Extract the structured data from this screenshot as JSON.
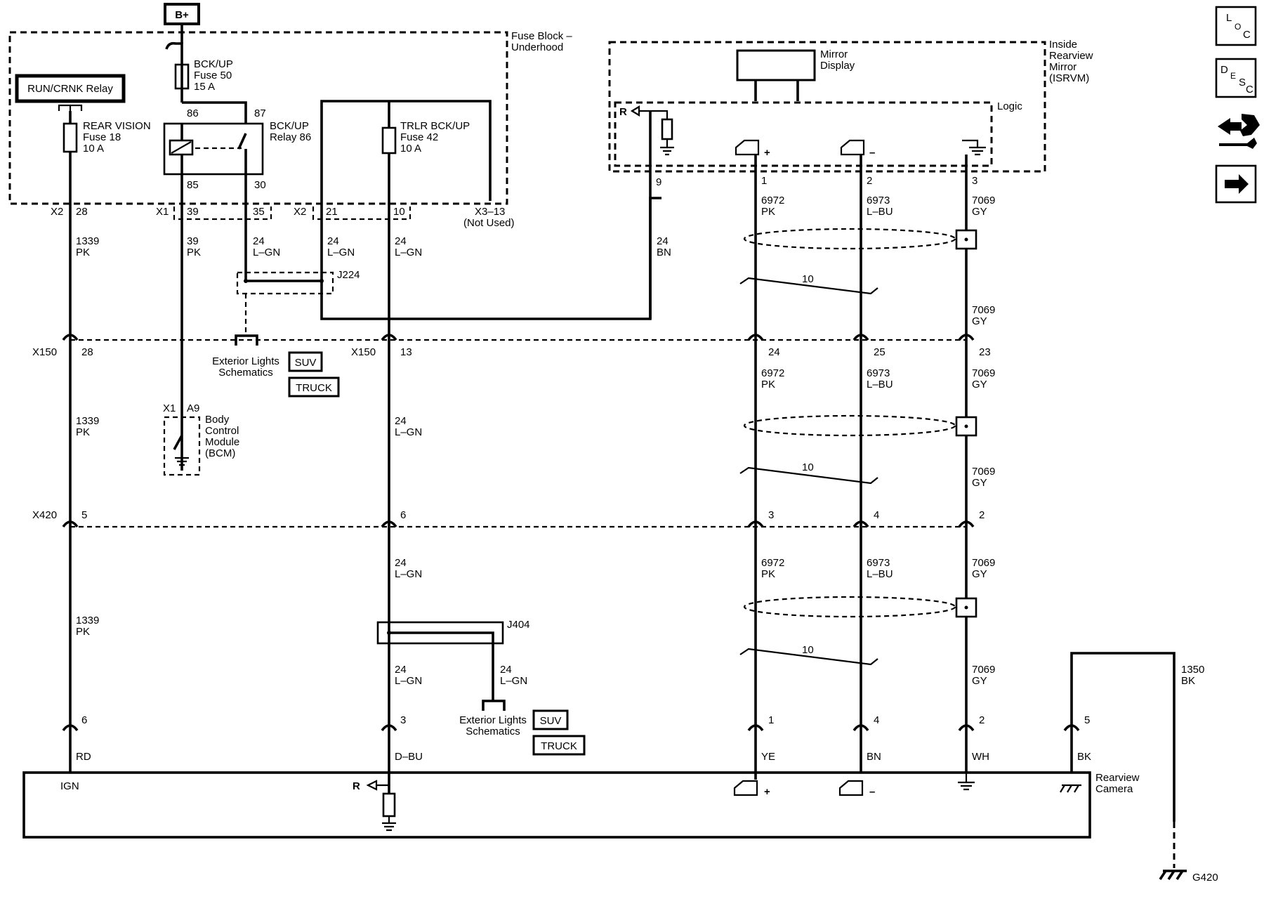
{
  "top": {
    "bplus": "B+"
  },
  "fuse_block": {
    "label1": "Fuse Block –",
    "label2": "Underhood",
    "run_relay": "RUN/CRNK Relay",
    "fuse18": [
      "REAR VISION",
      "Fuse 18",
      "10 A"
    ],
    "fuse50": [
      "BCK/UP",
      "Fuse 50",
      "15 A"
    ],
    "relay86": [
      "BCK/UP",
      "Relay 86"
    ],
    "fuse42": [
      "TRLR BCK/UP",
      "Fuse 42",
      "10 A"
    ],
    "relay_pins": {
      "p86": "86",
      "p87": "87",
      "p85": "85",
      "p30": "30"
    },
    "connectors": {
      "x2a": "X2",
      "x2a_pin": "28",
      "x1": "X1",
      "x1_p1": "39",
      "x1_p2": "35",
      "x2b": "X2",
      "x2b_p1": "21",
      "x2b_p2": "10",
      "x3": "X3–13",
      "x3_note": "(Not Used)"
    }
  },
  "mirror": {
    "label": [
      "Inside",
      "Rearview",
      "Mirror",
      "(ISRVM)"
    ],
    "display": [
      "Mirror",
      "Display"
    ],
    "logic": "Logic",
    "r": "R",
    "plus": "+",
    "minus": "–",
    "pins": {
      "p9": "9",
      "p1": "1",
      "p2": "2",
      "p3": "3"
    }
  },
  "wires": {
    "w1339": {
      "num": "1339",
      "color": "PK"
    },
    "w39": {
      "num": "39",
      "color": "PK"
    },
    "w24lgn": {
      "num": "24",
      "color": "L–GN"
    },
    "w24bn": {
      "num": "24",
      "color": "BN"
    },
    "w6972": {
      "num": "6972",
      "color": "PK"
    },
    "w6973": {
      "num": "6973",
      "color": "L–BU"
    },
    "w7069": {
      "num": "7069",
      "color": "GY"
    },
    "w1350": {
      "num": "1350",
      "color": "BK"
    },
    "twist": "10"
  },
  "splices": {
    "j224": "J224",
    "j404": "J404"
  },
  "ext_lights": {
    "l1": "Exterior Lights",
    "l2": "Schematics",
    "suv": "SUV",
    "truck": "TRUCK"
  },
  "bcm": {
    "conn": "X1",
    "pin": "A9",
    "label": [
      "Body",
      "Control",
      "Module",
      "(BCM)"
    ]
  },
  "x150": {
    "name": "X150",
    "p28": "28",
    "p13": "13",
    "p24": "24",
    "p25": "25",
    "p23": "23"
  },
  "x420": {
    "name": "X420",
    "p5": "5",
    "p6": "6",
    "p3": "3",
    "p4": "4",
    "p2": "2"
  },
  "camera": {
    "label": [
      "Rearview",
      "Camera"
    ],
    "pins": {
      "p6": "6",
      "p3": "3",
      "p1": "1",
      "p4": "4",
      "p2": "2",
      "p5": "5"
    },
    "colors": {
      "rd": "RD",
      "dbu": "D–BU",
      "ye": "YE",
      "bn": "BN",
      "wh": "WH",
      "bk": "BK"
    },
    "ign": "IGN",
    "r": "R",
    "plus": "+",
    "minus": "–"
  },
  "ground": "G420",
  "nav": {
    "loc": [
      "L",
      "O",
      "C"
    ],
    "desc": [
      "D",
      "E",
      "S",
      "C"
    ],
    "icons": [
      "loc-icon",
      "desc-icon",
      "connector-wrench-icon",
      "arrow-right-icon"
    ]
  }
}
